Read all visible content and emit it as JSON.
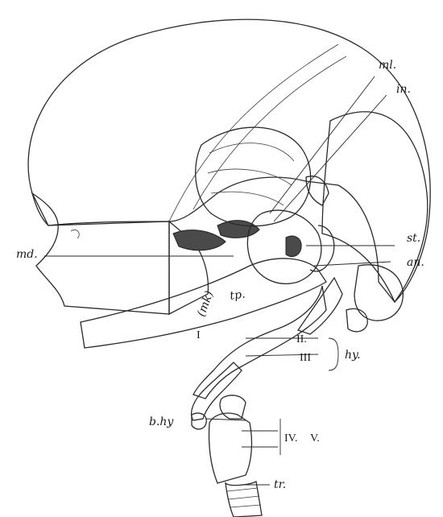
{
  "labels": {
    "ml": "ml.",
    "in": "in.",
    "st": "st.",
    "an": "an.",
    "md": "md.",
    "tp": "tp.",
    "I": "I",
    "mk": "(mk)",
    "II": "II.",
    "III": "III",
    "hy": "hy.",
    "bhy": "b.hy",
    "IV": "IV.",
    "V": "V.",
    "tr": "tr."
  },
  "colors": {
    "ink": "#2a2a2a",
    "paper": "#ffffff",
    "shade": "#4a4a4a"
  }
}
